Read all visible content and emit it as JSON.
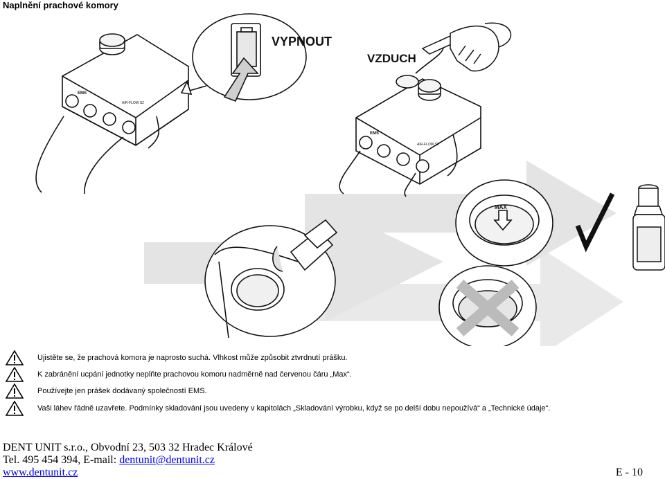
{
  "page": {
    "title": "Naplnění prachové komory"
  },
  "illustration": {
    "label_off": "VYPNOUT",
    "label_air": "VZDUCH",
    "label_max": "MAX",
    "brand_mark": "EMS",
    "device_model": "AIR-FLOW S2"
  },
  "warnings": [
    {
      "icon": "warning-triangle-icon",
      "text": "Ujistěte se, že prachová komora je naprosto suchá. Vlhkost může způsobit ztvrdnutí prášku."
    },
    {
      "icon": "warning-triangle-icon",
      "text": "K zabránění ucpání jednotky neplňte prachovou komoru nadměrně nad červenou čáru „Max“."
    },
    {
      "icon": "warning-triangle-icon",
      "text": "Používejte jen prášek dodávaný společností EMS."
    },
    {
      "icon": "warning-triangle-icon",
      "text": "Vaši láhev řádně uzavřete. Podmínky skladování jsou uvedeny v kapitolách „Skladování výrobku, když se po delší dobu nepoužívá“ a „Technické údaje“."
    }
  ],
  "footer": {
    "company": "DENT UNIT s.r.o., Obvodní 23, 503 32 Hradec Králové",
    "phone_prefix": "Tel. 495 454 394, E-mail: ",
    "email": "dentunit@dentunit.cz",
    "website": "www.dentunit.cz",
    "page_number": "E - 10"
  }
}
